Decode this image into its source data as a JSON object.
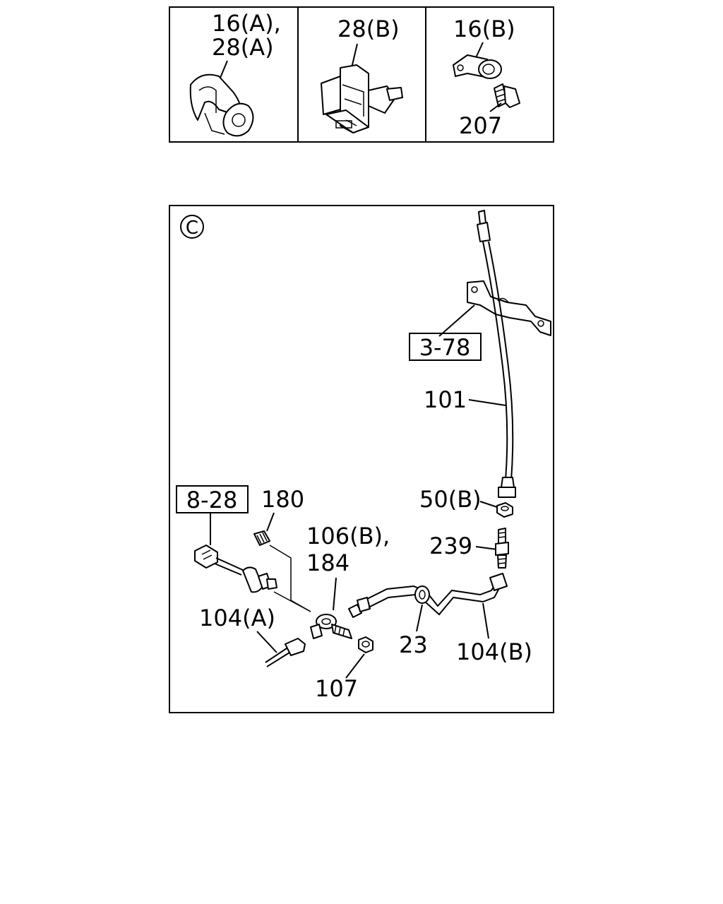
{
  "top_panels": {
    "panel_1": {
      "label_line1": "16(A),",
      "label_line2": "28(A)"
    },
    "panel_2": {
      "label": "28(B)"
    },
    "panel_3": {
      "label_top": "16(B)",
      "label_bottom": "207"
    }
  },
  "main_panel": {
    "view_marker": "C",
    "ref_box_1": "3-78",
    "ref_box_2": "8-28",
    "callouts": {
      "hose": "101",
      "nut_50b": "50(B)",
      "connector_239": "239",
      "plug_180": "180",
      "part_106b": "106(B),",
      "part_184": "184",
      "pipe_104a": "104(A)",
      "clip_23": "23",
      "pipe_104b": "104(B)",
      "nut_107": "107"
    }
  }
}
